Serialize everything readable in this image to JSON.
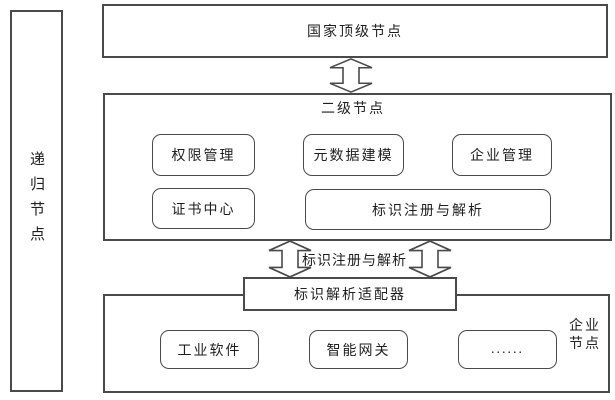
{
  "diagram": {
    "recursive_node": {
      "label": "递归节点"
    },
    "top_node": {
      "label": "国家顶级节点"
    },
    "second_node": {
      "label": "二级节点",
      "items": [
        "权限管理",
        "元数据建模",
        "企业管理",
        "证书中心",
        "标识注册与解析"
      ]
    },
    "link_label": "标识注册与解析",
    "adapter": {
      "label": "标识解析适配器"
    },
    "enterprise_node": {
      "label": "企业节点",
      "items": [
        "工业软件",
        "智能网关",
        "......"
      ]
    },
    "colors": {
      "line": "#4a4a4a",
      "text": "#1f1f1f",
      "background": "#ffffff"
    }
  }
}
